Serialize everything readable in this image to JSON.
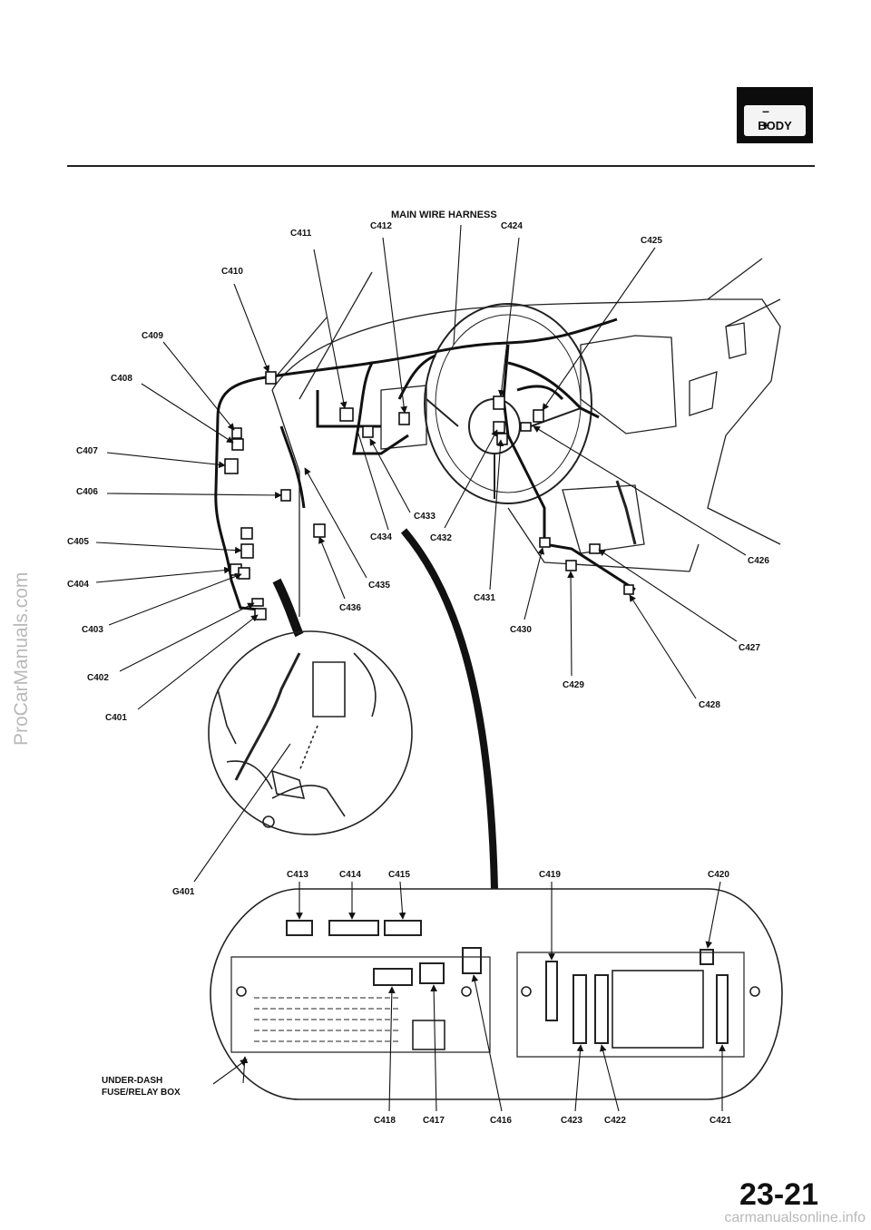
{
  "watermark": "ProCarManuals.com",
  "section_badge": {
    "symbols": "– +",
    "label": "BODY"
  },
  "page_number": "23-21",
  "footer_site": "carmanualsonline.info",
  "harness_label": "MAIN WIRE HARNESS",
  "fuse_box_label": [
    "UNDER-DASH",
    "FUSE/RELAY BOX"
  ],
  "connectors": {
    "c401": "C401",
    "c402": "C402",
    "c403": "C403",
    "c404": "C404",
    "c405": "C405",
    "c406": "C406",
    "c407": "C407",
    "c408": "C408",
    "c409": "C409",
    "c410": "C410",
    "c411": "C411",
    "c412": "C412",
    "c413": "C413",
    "c414": "C414",
    "c415": "C415",
    "c416": "C416",
    "c417": "C417",
    "c418": "C418",
    "c419": "C419",
    "c420": "C420",
    "c421": "C421",
    "c422": "C422",
    "c423": "C423",
    "c424": "C424",
    "c425": "C425",
    "c426": "C426",
    "c427": "C427",
    "c428": "C428",
    "c429": "C429",
    "c430": "C430",
    "c431": "C431",
    "c432": "C432",
    "c433": "C433",
    "c434": "C434",
    "c435": "C435",
    "c436": "C436"
  },
  "ground": {
    "g401": "G401"
  }
}
